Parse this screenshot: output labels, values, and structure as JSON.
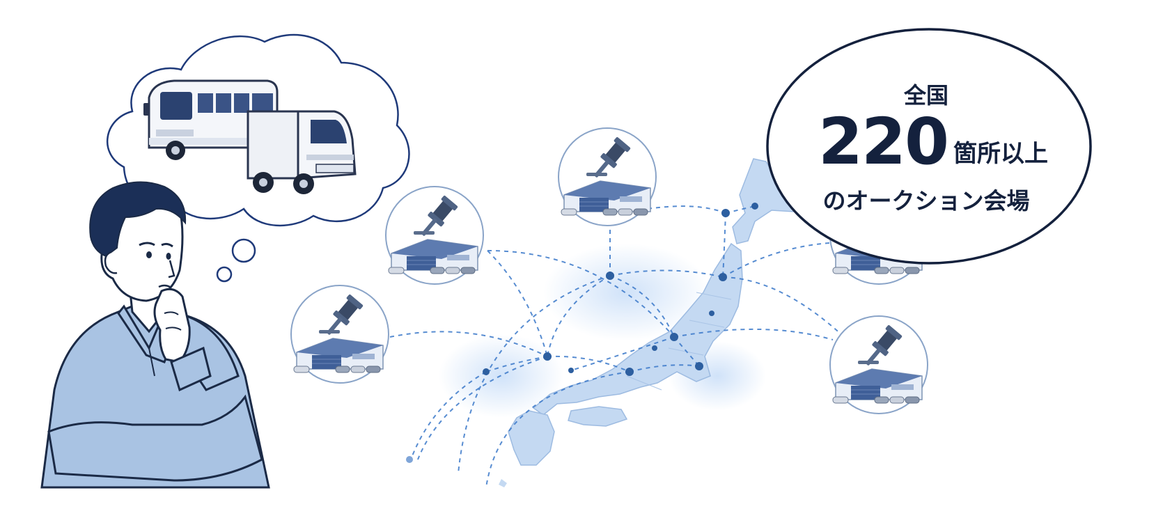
{
  "callout": {
    "prefix": "全国",
    "number": "220",
    "suffix": "箇所以上",
    "description": "のオークション会場"
  },
  "colors": {
    "navy": "#14213d",
    "accent": "#2d5fa0",
    "shirt": "#a9c3e3",
    "map": "#c4d9f2",
    "line": "#3a78c9"
  },
  "icons": {
    "auction": "gavel-icon",
    "venue": "warehouse-icon"
  }
}
